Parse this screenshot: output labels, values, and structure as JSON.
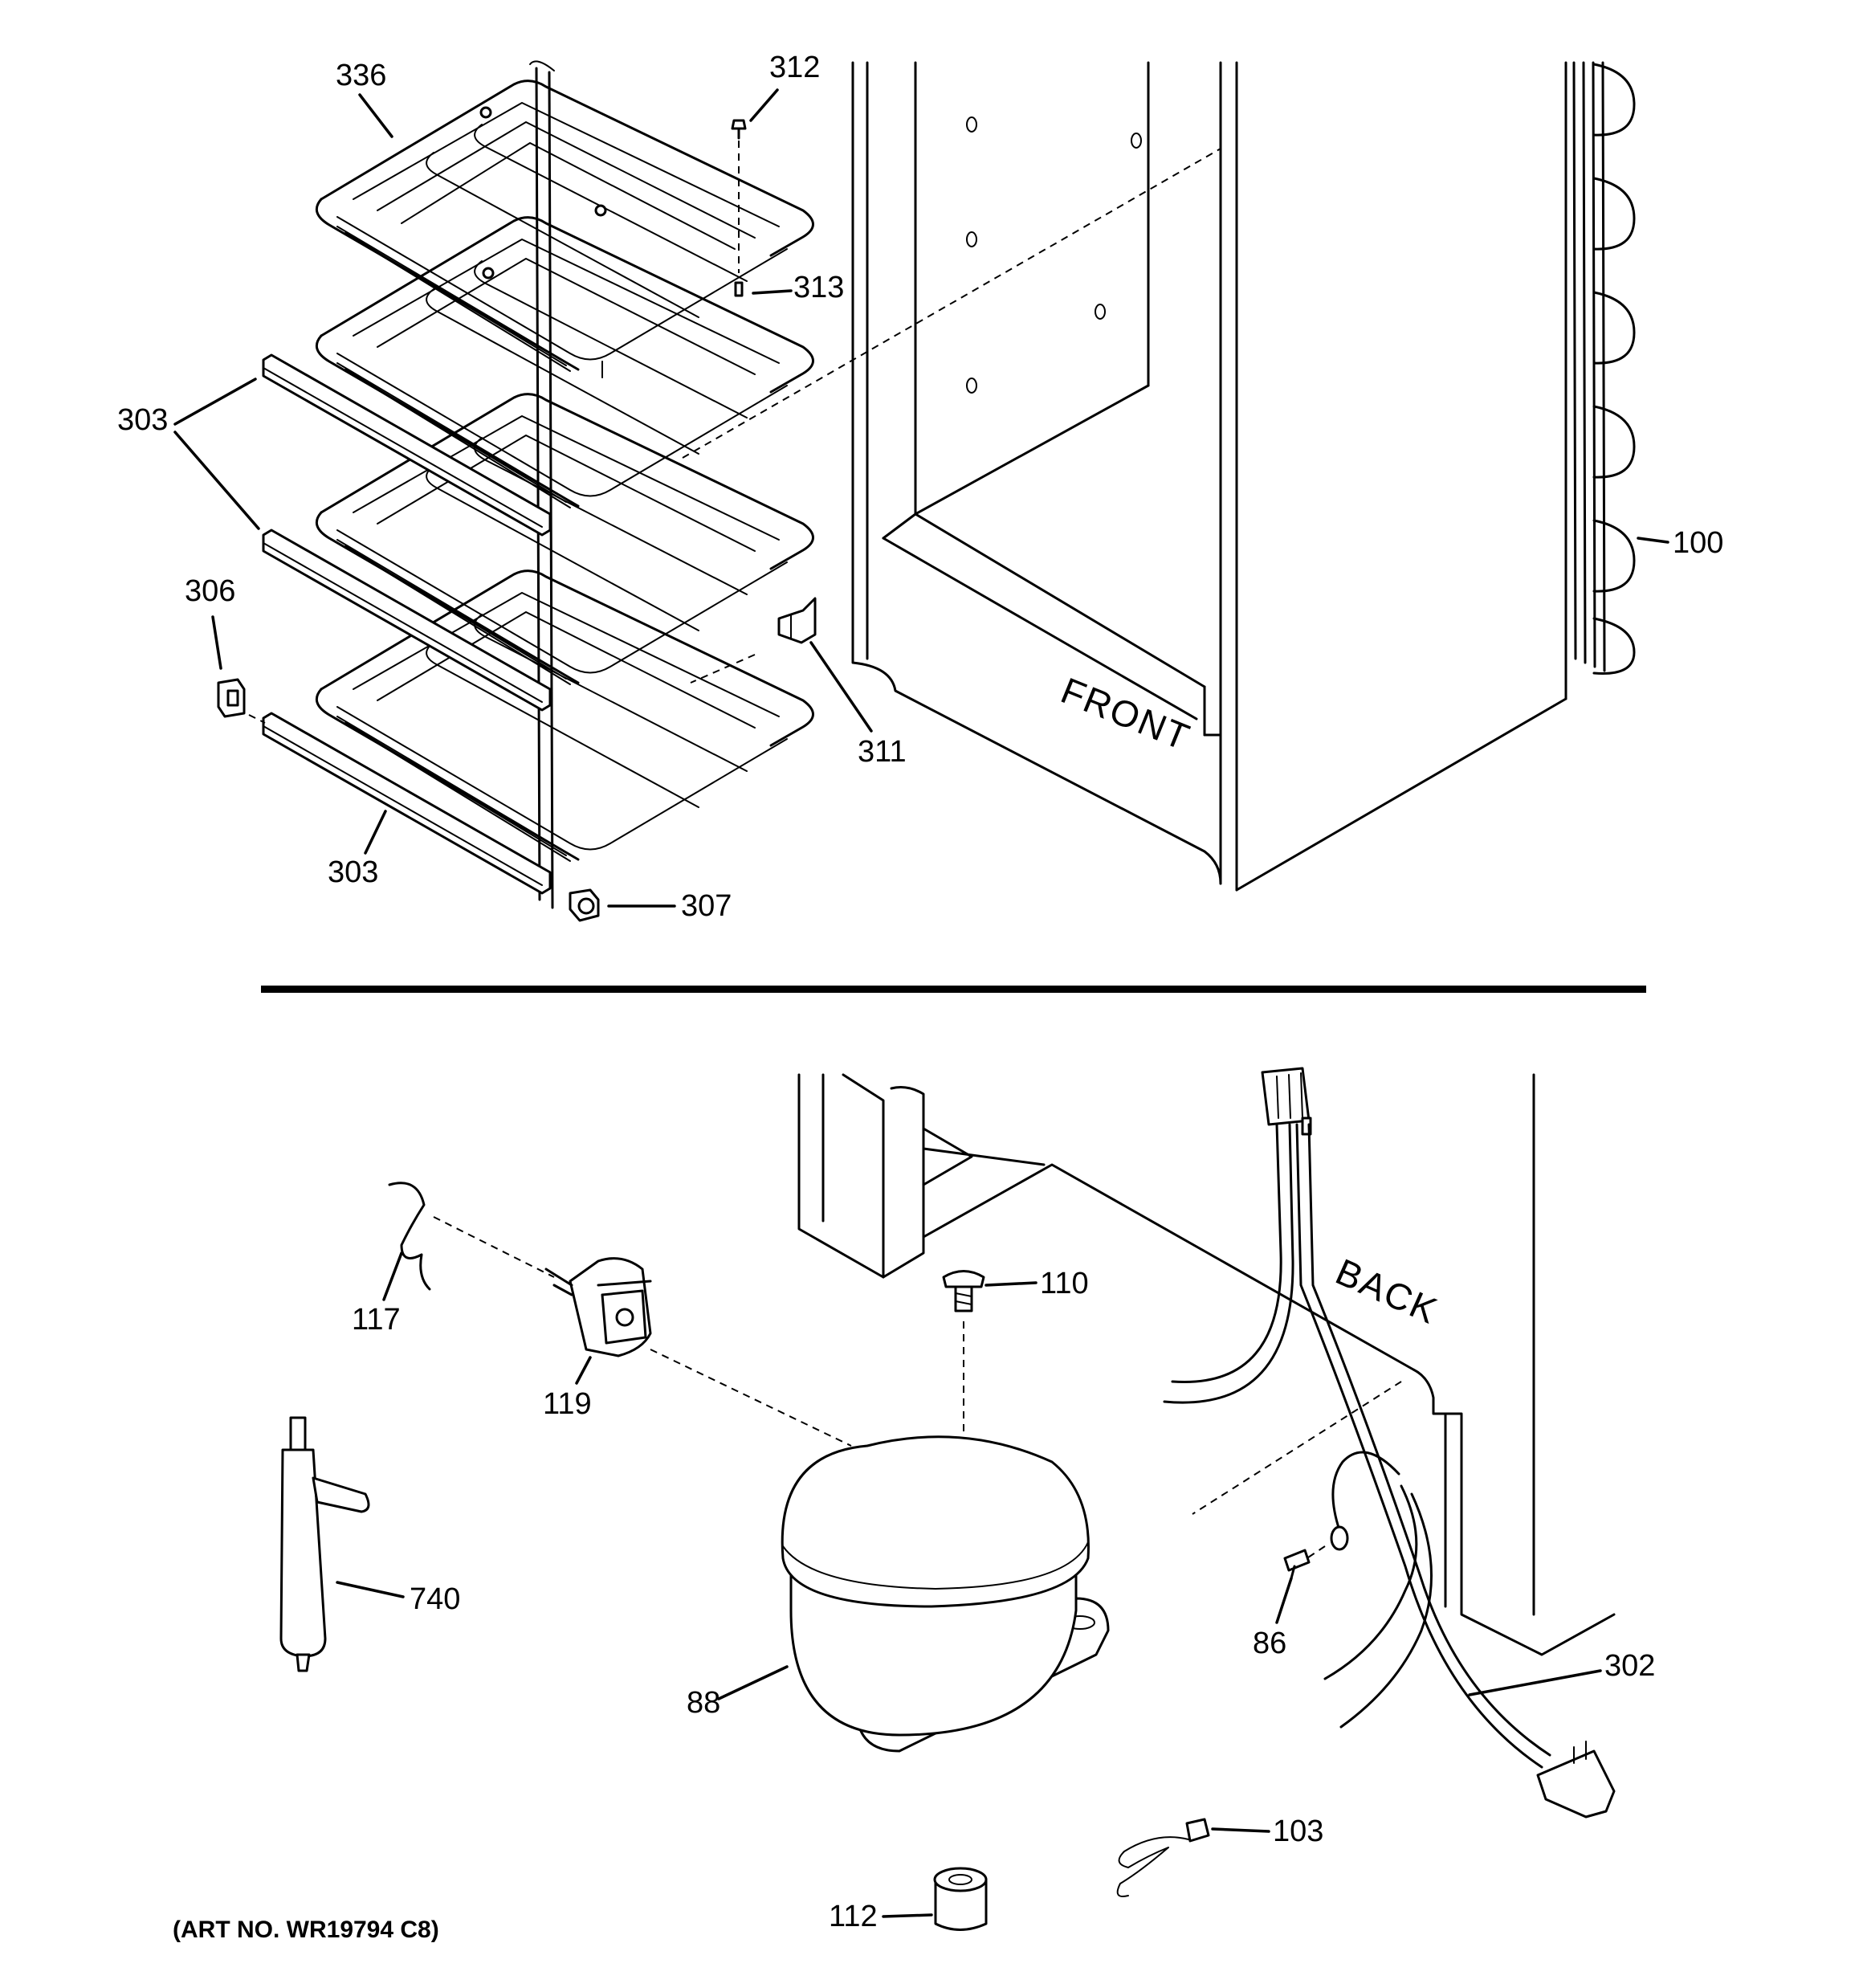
{
  "diagram": {
    "part_labels": {
      "p336": "336",
      "p312": "312",
      "p313": "313",
      "p303a": "303",
      "p303b": "303",
      "p306": "306",
      "p311": "311",
      "p307": "307",
      "p100": "100",
      "p117": "117",
      "p119": "119",
      "p110": "110",
      "p740": "740",
      "p88": "88",
      "p112": "112",
      "p86": "86",
      "p302": "302",
      "p103": "103"
    },
    "front_text": "FRONT",
    "back_text": "BACK",
    "art_number": "(ART NO. WR19794 C8)"
  }
}
